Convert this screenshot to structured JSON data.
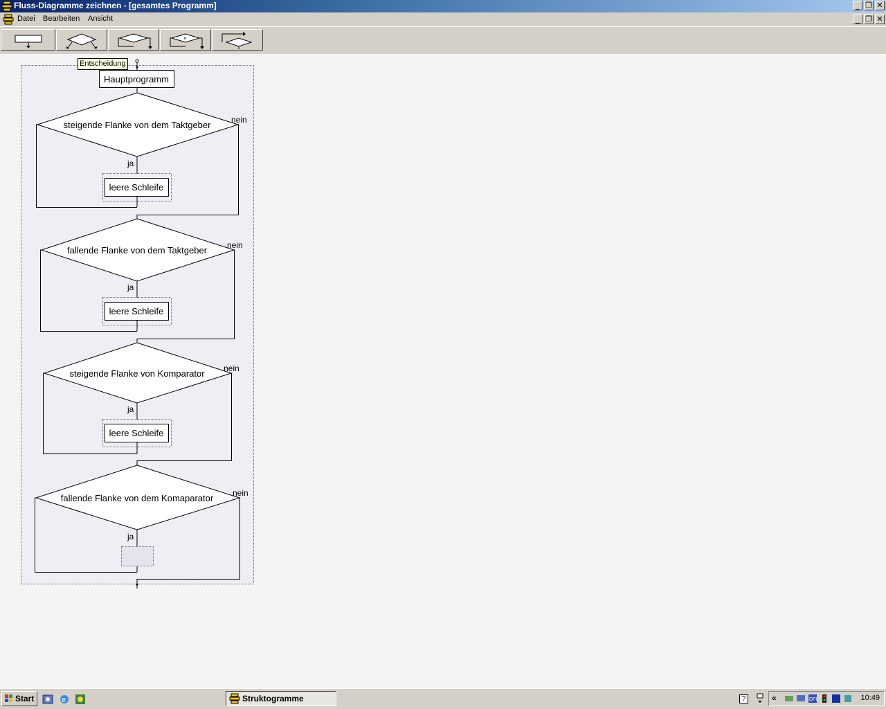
{
  "window": {
    "title": "Fluss-Diagramme zeichnen - [gesamtes Programm]"
  },
  "menu": {
    "items": [
      "Datei",
      "Bearbeiten",
      "Ansicht"
    ]
  },
  "toolbar": {
    "buttons": [
      "anweisung-tool",
      "verzweigung-tool",
      "schleife-tool",
      "auswahl-tool",
      "sprung-tool"
    ]
  },
  "tooltip": {
    "text": "Entscheidung"
  },
  "diagram": {
    "main_block": "Hauptprogramm",
    "decisions": [
      {
        "condition": "steigende Flanke von dem Taktgeber",
        "yes": "ja",
        "no": "nein",
        "body": "leere Schleife"
      },
      {
        "condition": "fallende Flanke von dem Taktgeber",
        "yes": "ja",
        "no": "nein",
        "body": "leere Schleife"
      },
      {
        "condition": "steigende Flanke von Komparator",
        "yes": "ja",
        "no": "nein",
        "body": "leere Schleife"
      },
      {
        "condition": "fallende Flanke von dem Komaparator",
        "yes": "ja",
        "no": "nein",
        "body": ""
      }
    ]
  },
  "taskbar": {
    "start": "Start",
    "task": "Struktogramme",
    "clock": "10:49",
    "help": "?"
  },
  "colors": {
    "title_start": "#0a246a",
    "title_end": "#a6caf0",
    "canvas": "#f4f4f4",
    "frame": "#eeeef4"
  }
}
